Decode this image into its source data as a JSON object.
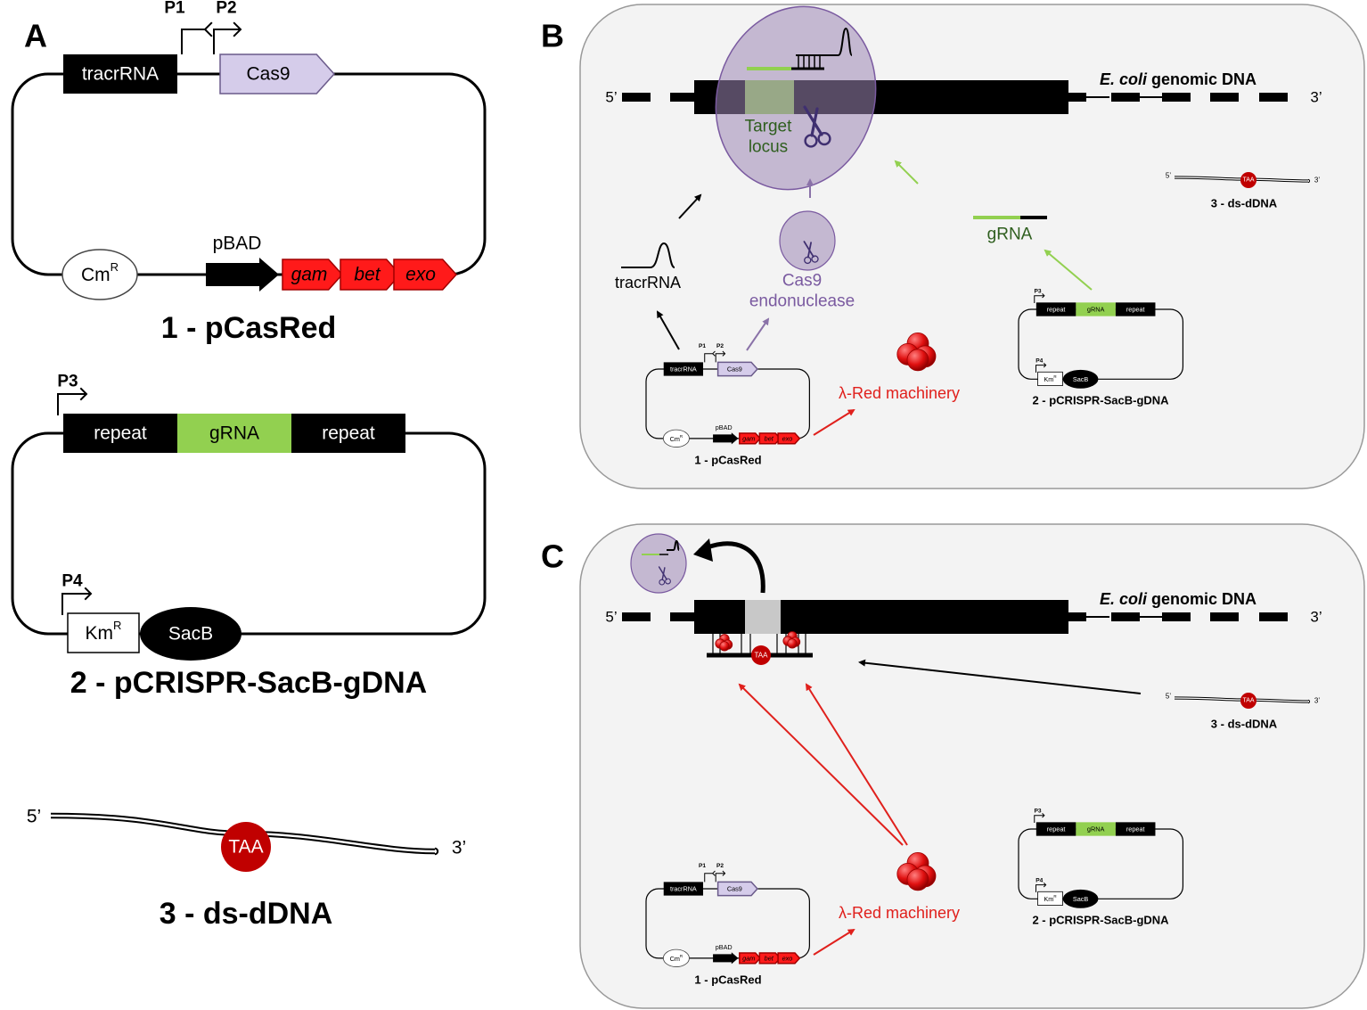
{
  "panels": {
    "A": "A",
    "B": "B",
    "C": "C"
  },
  "pcasred": {
    "promoter1": "P1",
    "promoter2": "P2",
    "tracr": "tracrRNA",
    "cas9": "Cas9",
    "cm": "Cm",
    "cm_sup": "R",
    "pbad": "pBAD",
    "gam": "gam",
    "bet": "bet",
    "exo": "exo",
    "title": "1 - pCasRed"
  },
  "pcrispr": {
    "promoter3": "P3",
    "promoter4": "P4",
    "repeat1": "repeat",
    "grna": "gRNA",
    "repeat2": "repeat",
    "km": "Km",
    "km_sup": "R",
    "sacb": "SacB",
    "title": "2 - pCRISPR-SacB-gDNA"
  },
  "dsdna": {
    "end5": "5’",
    "end3": "3’",
    "codon": "TAA",
    "title": "3 - ds-dDNA"
  },
  "genome": {
    "label_italic": "E. coli",
    "label_rest": " genomic DNA",
    "end5": "5’",
    "end3": "3’"
  },
  "panel_b": {
    "target1": "Target",
    "target2": "locus",
    "tracr": "tracrRNA",
    "cas9_1": "Cas9",
    "cas9_2": "endonuclease",
    "grna": "gRNA",
    "red": "λ-Red machinery"
  },
  "panel_c": {
    "red": "λ-Red machinery"
  },
  "colors": {
    "black": "#000000",
    "cas9_fill": "#d5ccea",
    "cas9_stroke": "#6a5a8a",
    "green": "#92d050",
    "red_gene": "#ff1a1a",
    "red_arrow": "#e0201c",
    "codon": "#c00000",
    "panel_bg": "#f3f3f3",
    "cas_complex": "#9d86b5",
    "purple_text": "#7a5aa0",
    "green_text": "#2e5e1e",
    "grey_cut": "#c8c8c8"
  },
  "icons": [
    "promoter-arrow-icon",
    "scissors-icon",
    "protein-cluster-icon",
    "rna-hairpin-icon"
  ]
}
